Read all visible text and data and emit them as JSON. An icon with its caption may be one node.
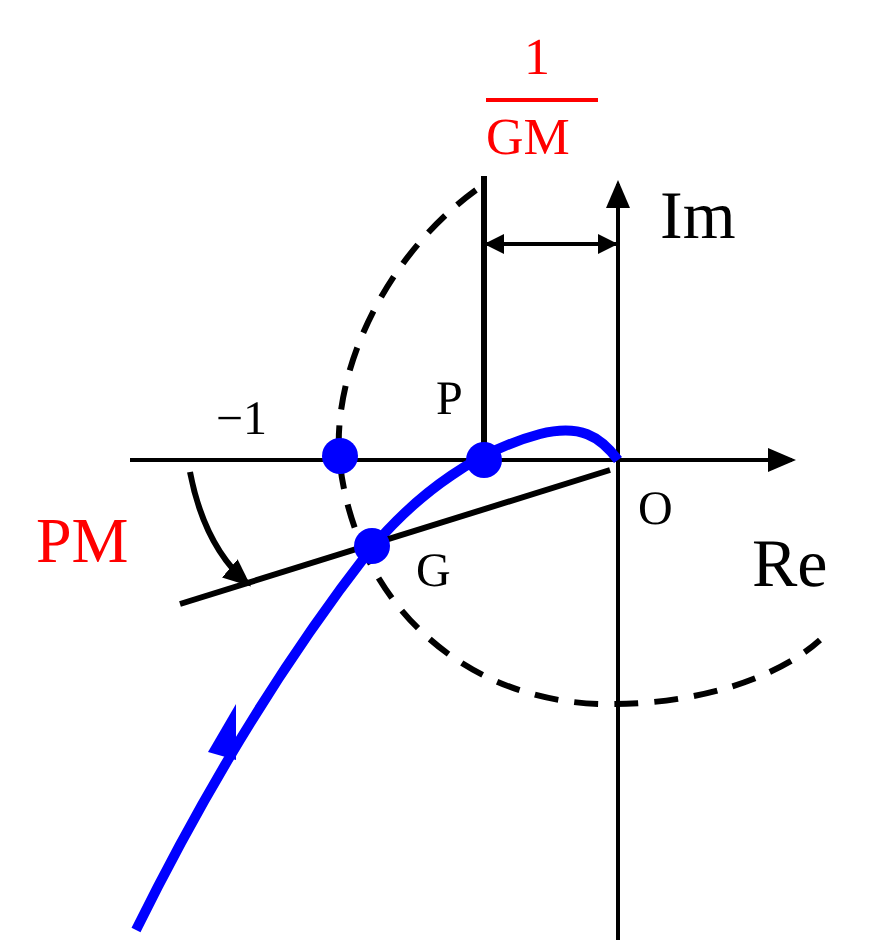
{
  "diagram": {
    "labels": [
      "1",
      "GM",
      "Im",
      "−1",
      "P",
      "O",
      "PM",
      "G",
      "Re"
    ]
  }
}
